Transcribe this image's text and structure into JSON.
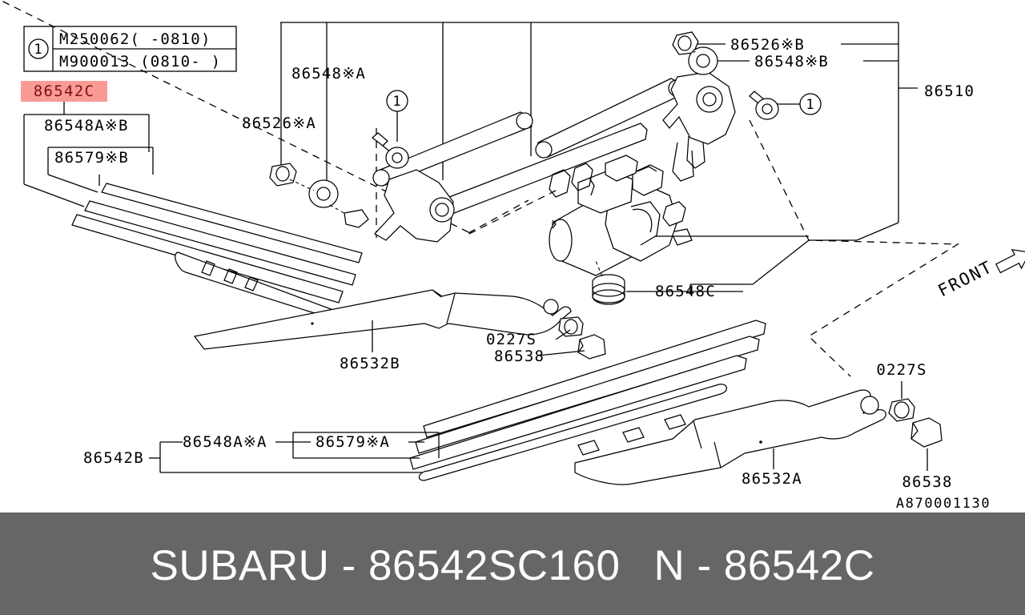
{
  "diagram": {
    "drawing_number": "A870001130",
    "front_marker": "FRONT",
    "legend": {
      "callout": "1",
      "rows": [
        "M250062(  -0810)",
        "M900013 (0810-  )"
      ]
    },
    "highlighted_part": {
      "number": "86542C",
      "background": "#fa9a95",
      "text_color": "#7a1512"
    },
    "callouts": [
      {
        "id": "c1",
        "label": "86548A※B"
      },
      {
        "id": "c2",
        "label": "86579※B"
      },
      {
        "id": "c3",
        "label": "86548※A"
      },
      {
        "id": "c4",
        "label": "86526※A"
      },
      {
        "id": "c5",
        "label": "86526※B"
      },
      {
        "id": "c6",
        "label": "86548※B"
      },
      {
        "id": "c7",
        "label": "86510"
      },
      {
        "id": "c8",
        "label": "86548C"
      },
      {
        "id": "c9",
        "label": "86532B"
      },
      {
        "id": "c10",
        "label": "0227S"
      },
      {
        "id": "c11",
        "label": "86538"
      },
      {
        "id": "c12",
        "label": "86542B"
      },
      {
        "id": "c13",
        "label": "86548A※A"
      },
      {
        "id": "c14",
        "label": "86579※A"
      },
      {
        "id": "c15",
        "label": "86532A"
      },
      {
        "id": "c16",
        "label": "0227S"
      },
      {
        "id": "c17",
        "label": "86538"
      }
    ],
    "number_balloons": [
      "1",
      "1",
      "1"
    ]
  },
  "footer": {
    "brand_and_part": "SUBARU - 86542SC160",
    "secondary": "N - 86542C",
    "background": "#666666",
    "text_color": "#ffffff"
  }
}
